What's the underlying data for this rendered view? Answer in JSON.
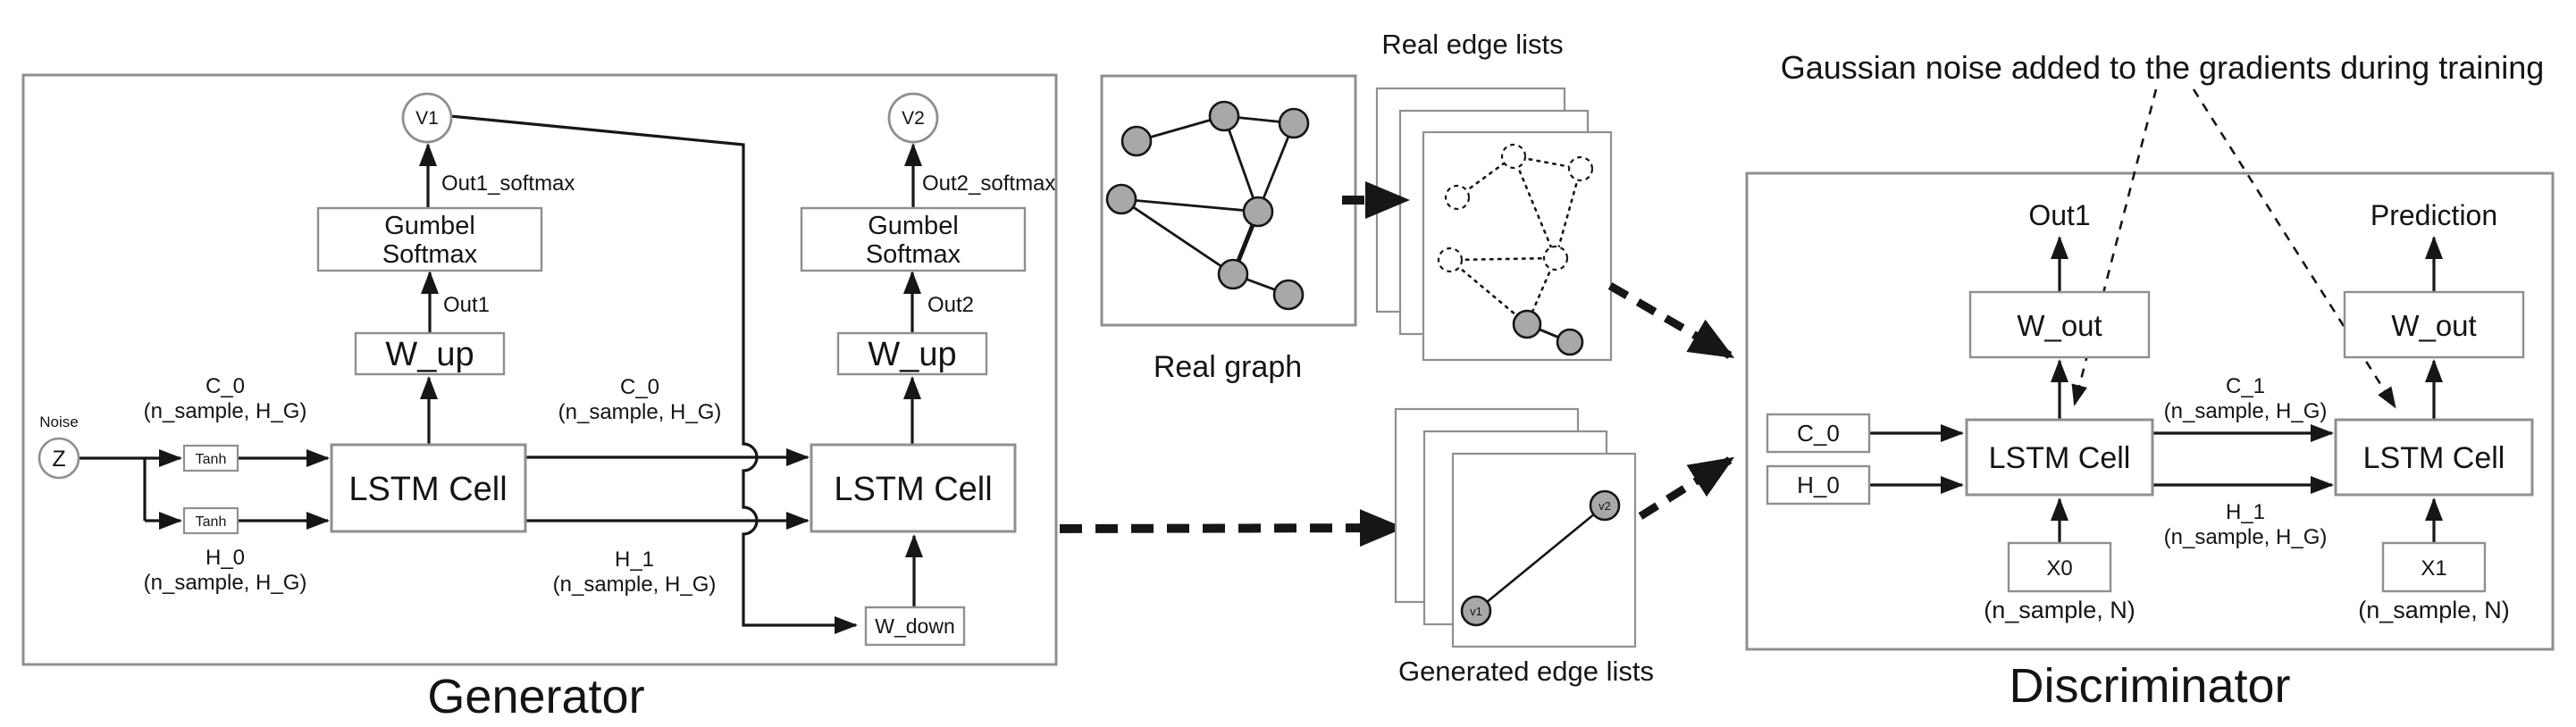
{
  "colors": {
    "line": "#161616",
    "box_border": "#8f8f8f",
    "node_fill": "#a8a8a8",
    "background": "#ffffff"
  },
  "generator": {
    "label": "Generator",
    "noise_label": "Noise",
    "z": "Z",
    "tanh": "Tanh",
    "lstm_cell": "LSTM Cell",
    "w_up": "W_up",
    "w_down": "W_down",
    "gumbel_line1": "Gumbel",
    "gumbel_line2": "Softmax",
    "v1": "V1",
    "v2": "V2",
    "out1": "Out1",
    "out1_softmax": "Out1_softmax",
    "out2": "Out2",
    "out2_softmax": "Out2_softmax",
    "c0": "C_0",
    "h0": "H_0",
    "h1": "H_1",
    "shape_hg": "(n_sample, H_G)"
  },
  "middle": {
    "real_graph_label": "Real graph",
    "real_edge_lists_label": "Real edge lists",
    "generated_edge_lists_label": "Generated edge lists",
    "gen_node_v1": "v1",
    "gen_node_v2": "v2"
  },
  "discriminator": {
    "note": "Gaussian noise added to the gradients during training",
    "label": "Discriminator",
    "out1": "Out1",
    "prediction": "Prediction",
    "w_out": "W_out",
    "lstm_cell": "LSTM Cell",
    "c0": "C_0",
    "h0": "H_0",
    "c1": "C_1",
    "h1": "H_1",
    "x0": "X0",
    "x1": "X1",
    "shape_hg": "(n_sample, H_G)",
    "shape_n": "(n_sample, N)"
  }
}
